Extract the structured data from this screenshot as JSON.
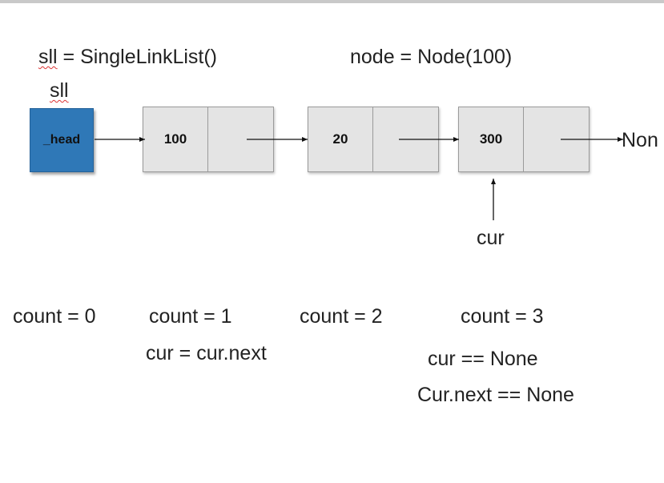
{
  "code": {
    "sll_prefix": "sll",
    "sll_rest": " = SingleLinkList()",
    "node_assign": "node = Node(100)"
  },
  "sll_label": "sll",
  "head_label": "_head",
  "nodes": [
    {
      "value": "100"
    },
    {
      "value": "20"
    },
    {
      "value": "300"
    }
  ],
  "tail_label": "Non",
  "cur_label": "cur",
  "counts": [
    "count = 0",
    "count = 1",
    "count = 2",
    "count = 3"
  ],
  "notes": {
    "cur_next": "cur = cur.next",
    "cur_none": "cur == None",
    "curnext_none": "Cur.next == None"
  }
}
